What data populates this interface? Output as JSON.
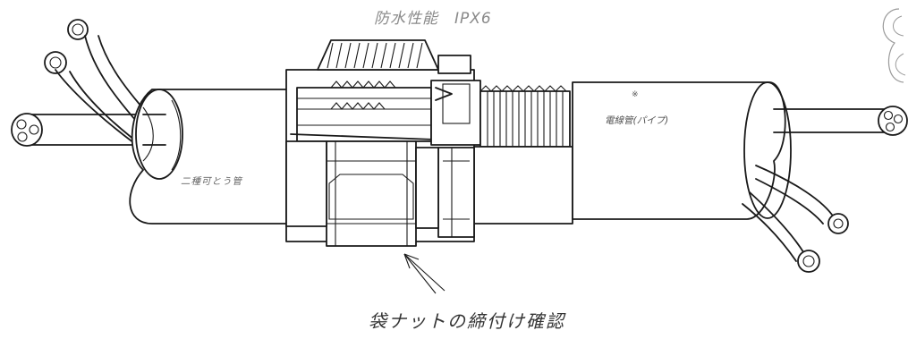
{
  "title": "防水性能　IPX6",
  "labels": {
    "flexible_conduit": "二種可とう管",
    "electric_pipe": "電線管(パイプ)",
    "pipe_mark": "※",
    "caption": "袋ナットの締付け確認"
  },
  "icons": [
    "cable-end-icon",
    "arrow-icon"
  ]
}
